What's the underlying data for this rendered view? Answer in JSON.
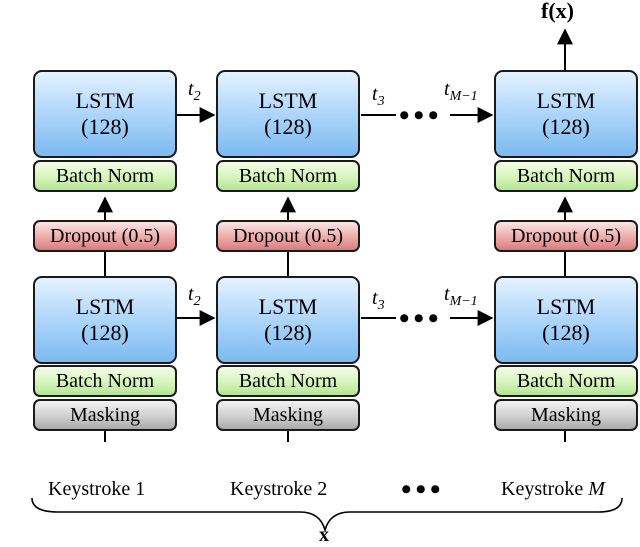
{
  "lstm": {
    "title": "LSTM",
    "units": "(128)"
  },
  "batch_norm": "Batch Norm",
  "dropout": "Dropout (0.5)",
  "masking": "Masking",
  "time_labels": {
    "t2": "t",
    "t2_sub": "2",
    "t3": "t",
    "t3_sub": "3",
    "tm": "t",
    "tm_sub": "M−1"
  },
  "inputs": {
    "k1": "Keystroke 1",
    "k2": "Keystroke 2",
    "km_prefix": "Keystroke ",
    "km_var": "M"
  },
  "ellipsis": "•••",
  "output": "f(x)",
  "input_vector": "x"
}
